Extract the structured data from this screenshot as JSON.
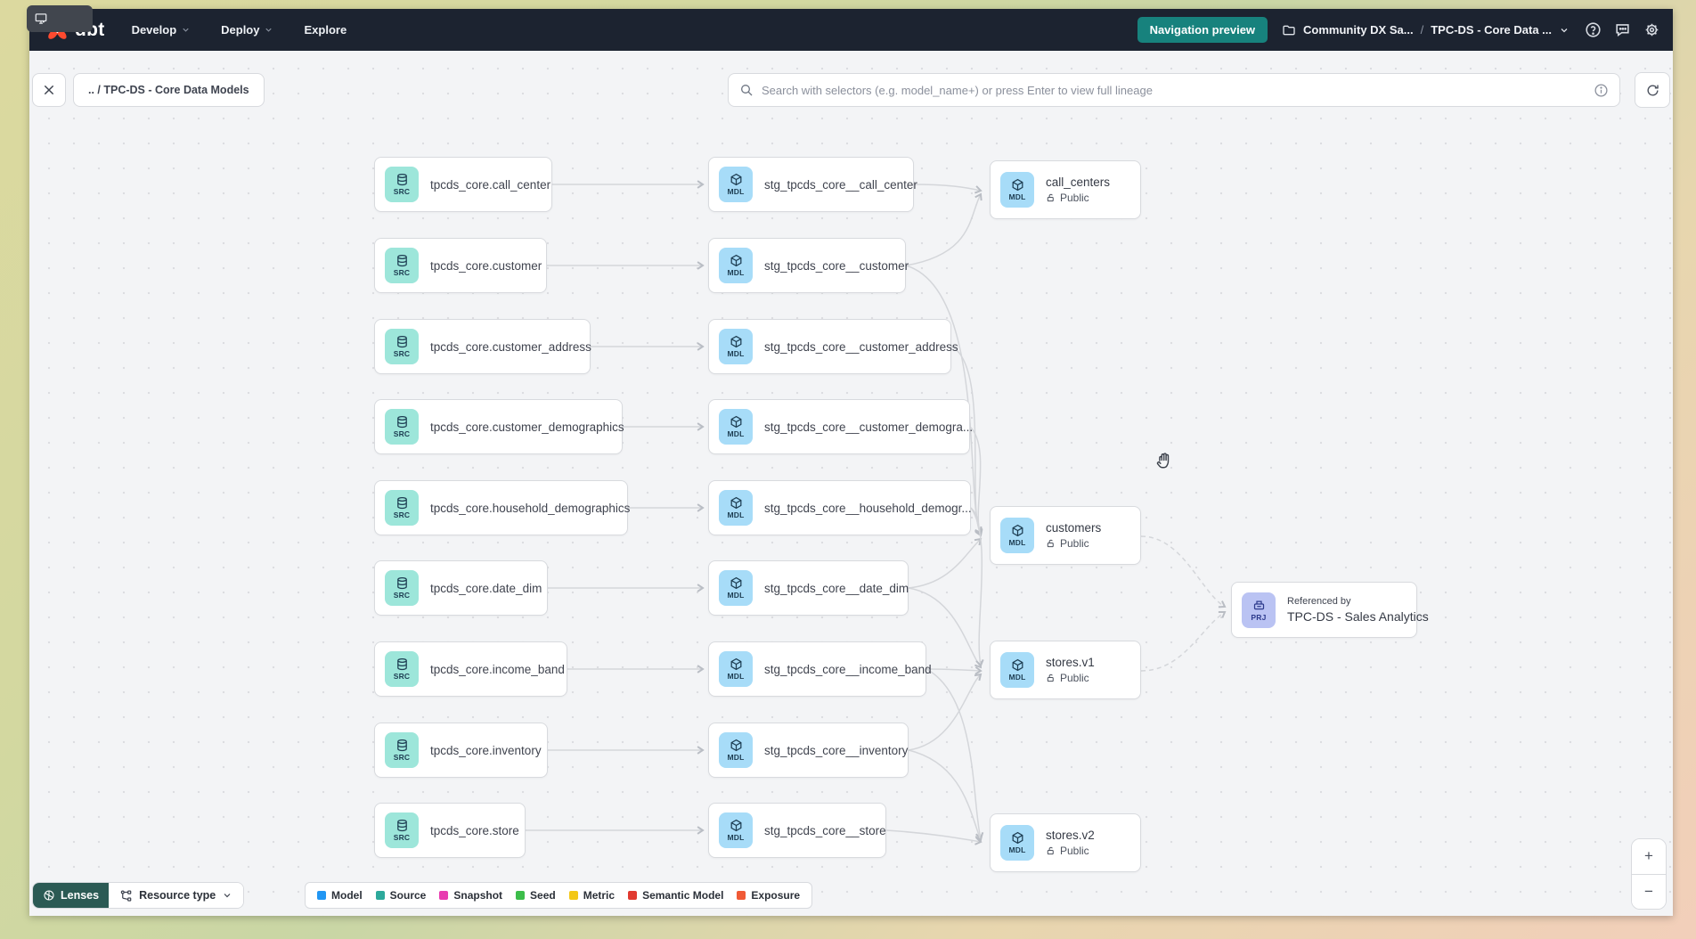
{
  "nav": {
    "logo_text": "dbt",
    "menu": [
      {
        "label": "Develop",
        "has_chevron": true
      },
      {
        "label": "Deploy",
        "has_chevron": true
      },
      {
        "label": "Explore",
        "has_chevron": false
      }
    ],
    "preview_button": "Navigation preview",
    "breadcrumb_project": "Community DX Sa...",
    "breadcrumb_separator": "/",
    "breadcrumb_page": "TPC-DS - Core Data ..."
  },
  "toolbar": {
    "breadcrumb": ".. / TPC-DS - Core Data Models",
    "search_placeholder": "Search with selectors (e.g. model_name+) or press Enter to view full lineage"
  },
  "graph": {
    "badges": {
      "src": "SRC",
      "mdl": "MDL",
      "prj": "PRJ"
    },
    "sources": [
      {
        "label": "tpcds_core.call_center"
      },
      {
        "label": "tpcds_core.customer"
      },
      {
        "label": "tpcds_core.customer_address"
      },
      {
        "label": "tpcds_core.customer_demographics"
      },
      {
        "label": "tpcds_core.household_demographics"
      },
      {
        "label": "tpcds_core.date_dim"
      },
      {
        "label": "tpcds_core.income_band"
      },
      {
        "label": "tpcds_core.inventory"
      },
      {
        "label": "tpcds_core.store"
      }
    ],
    "staging": [
      {
        "label": "stg_tpcds_core__call_center"
      },
      {
        "label": "stg_tpcds_core__customer"
      },
      {
        "label": "stg_tpcds_core__customer_address"
      },
      {
        "label": "stg_tpcds_core__customer_demogra..."
      },
      {
        "label": "stg_tpcds_core__household_demogr..."
      },
      {
        "label": "stg_tpcds_core__date_dim"
      },
      {
        "label": "stg_tpcds_core__income_band"
      },
      {
        "label": "stg_tpcds_core__inventory"
      },
      {
        "label": "stg_tpcds_core__store"
      }
    ],
    "models": [
      {
        "title": "call_centers",
        "access": "Public"
      },
      {
        "title": "customers",
        "access": "Public"
      },
      {
        "title": "stores.v1",
        "access": "Public"
      },
      {
        "title": "stores.v2",
        "access": "Public"
      }
    ],
    "project_ref": {
      "kicker": "Referenced by",
      "title": "TPC-DS - Sales Analytics"
    }
  },
  "footer": {
    "lenses_label": "Lenses",
    "resource_type_label": "Resource type",
    "legend": [
      {
        "label": "Model",
        "color": "#2196f3"
      },
      {
        "label": "Source",
        "color": "#2da99b"
      },
      {
        "label": "Snapshot",
        "color": "#e83cb0"
      },
      {
        "label": "Seed",
        "color": "#3cbd4a"
      },
      {
        "label": "Metric",
        "color": "#f3c715"
      },
      {
        "label": "Semantic Model",
        "color": "#e13a30"
      },
      {
        "label": "Exposure",
        "color": "#f05a36"
      }
    ]
  },
  "zoom_controls": {
    "zoom_in": "+",
    "zoom_out": "−"
  },
  "colors": {
    "brand_orange": "#ff4a2f",
    "accent_teal": "#17827d",
    "navbar": "#1c2330"
  },
  "icons": {
    "dbt-logo": "orange pinwheel X",
    "search-icon": "magnifier",
    "info-icon": "circled i",
    "refresh-icon": "circular arrow",
    "close-icon": "x",
    "folder-icon": "folder outline",
    "help-icon": "circled ?",
    "feedback-icon": "speech bubble",
    "settings-icon": "gear",
    "lock-icon": "open padlock",
    "grab-cursor-icon": "grabbing hand"
  }
}
